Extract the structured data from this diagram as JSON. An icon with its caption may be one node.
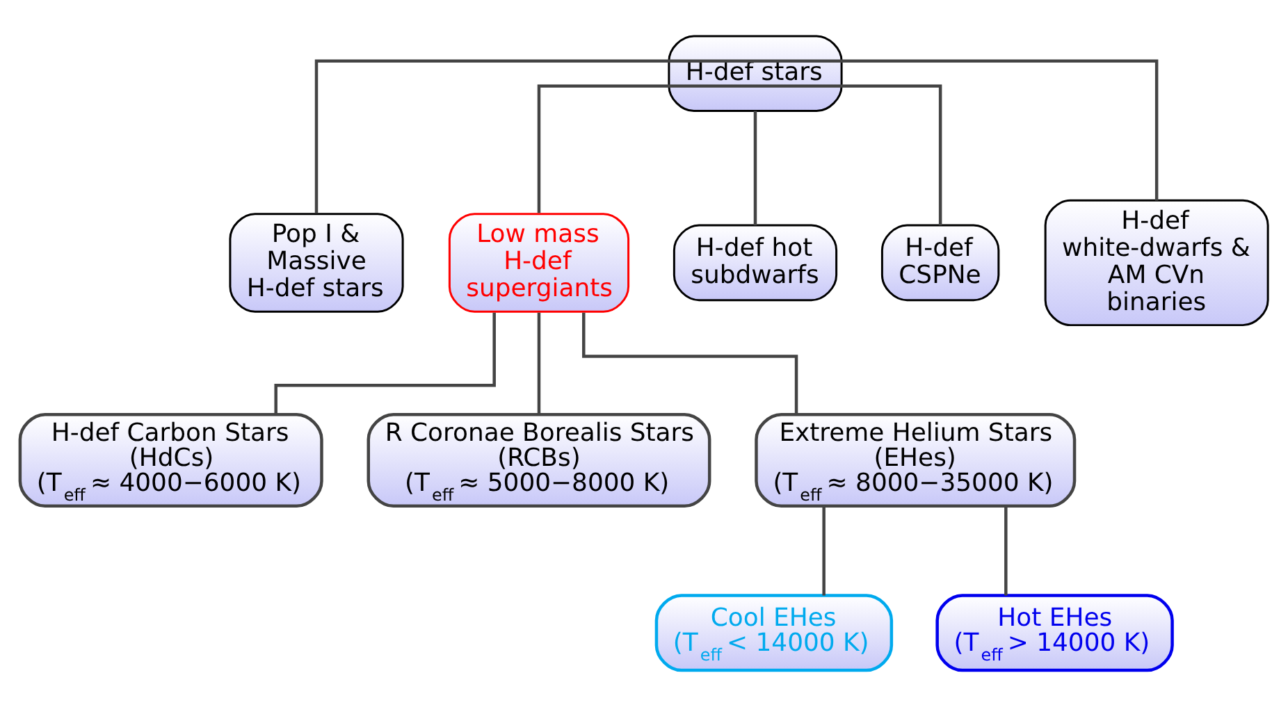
{
  "diagram": {
    "nodes": [
      {
        "text": [
          "H-def stars"
        ]
      },
      {
        "text": [
          "Pop I & Massive H-def stars"
        ]
      },
      {
        "text": [
          "Low mass H-def supergiants"
        ]
      },
      {
        "text": [
          "H-def hot subdwarfs"
        ]
      },
      {
        "text": [
          "H-def CSPNe"
        ]
      },
      {
        "text": [
          "H-def white-dwarfs & AM CVn binaries"
        ]
      },
      {
        "text": [
          "H-def Carbon Stars (HdCs) (T$_{eff}$ ≈ 4000−6000 K)"
        ]
      },
      {
        "text": [
          "R Coronae Borealis Stars (RCBs) (T$_{eff}$ ≈ 5000−8000 K)"
        ]
      },
      {
        "text": [
          "Extreme Helium Stars (EHes) (T$_{eff}$ ≈ 8000−35000 K)"
        ]
      },
      {
        "text": [
          "Cool EHes (T$_{eff}$ < 14000 K)"
        ]
      },
      {
        "text": [
          "Hot EHes (T$_{eff}$ > 14000 K)"
        ]
      }
    ],
    "edges": [
      {
        "from": 0,
        "to": 1,
        "arrow": "none"
      },
      {
        "from": 0,
        "to": 2,
        "arrow": "none"
      },
      {
        "from": 0,
        "to": 3,
        "arrow": "none"
      },
      {
        "from": 0,
        "to": 4,
        "arrow": "none"
      },
      {
        "from": 0,
        "to": 5,
        "arrow": "none"
      },
      {
        "from": 2,
        "to": 6,
        "arrow": "none"
      },
      {
        "from": 2,
        "to": 7,
        "arrow": "none"
      },
      {
        "from": 2,
        "to": 8,
        "arrow": "none"
      },
      {
        "from": 8,
        "to": 9,
        "arrow": "none"
      },
      {
        "from": 8,
        "to": 10,
        "arrow": "none"
      }
    ]
  }
}
